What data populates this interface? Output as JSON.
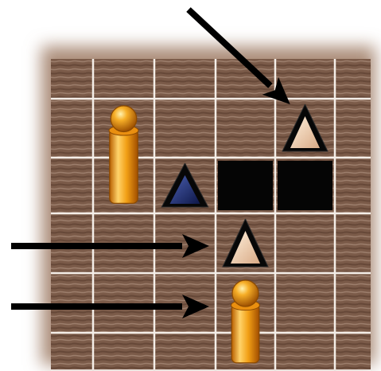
{
  "board": {
    "rows": 6,
    "cols": 6,
    "colors": {
      "wood_dark": "#6a4a38",
      "wood_mid": "#8a6650",
      "wood_light": "#b89a86",
      "grid_line": "#f4eee8",
      "dark_square": "#050505"
    },
    "dark_squares": [
      {
        "row": 2,
        "col": 3
      },
      {
        "row": 2,
        "col": 4
      }
    ]
  },
  "pieces": [
    {
      "type": "pawn",
      "color": "#f2a016",
      "row": 1,
      "col": 1,
      "span_rows": 2
    },
    {
      "type": "pyramid",
      "color": "#1f2f7a",
      "row": 2,
      "col": 2
    },
    {
      "type": "pyramid",
      "color": "#f0d2b0",
      "row": 1,
      "col": 4
    },
    {
      "type": "pyramid",
      "color": "#f0d2b0",
      "row": 3,
      "col": 3
    },
    {
      "type": "pawn",
      "color": "#f2a016",
      "row": 4,
      "col": 3,
      "span_rows": 2
    }
  ],
  "arrows": [
    {
      "name": "diagonal-arrow",
      "direction": "down-right",
      "target": {
        "row": 1,
        "col": 4
      }
    },
    {
      "name": "middle-left-arrow",
      "direction": "right",
      "target": {
        "row": 3,
        "col": 3
      }
    },
    {
      "name": "lower-left-arrow",
      "direction": "right",
      "target": {
        "row": 4,
        "col": 3
      }
    }
  ]
}
